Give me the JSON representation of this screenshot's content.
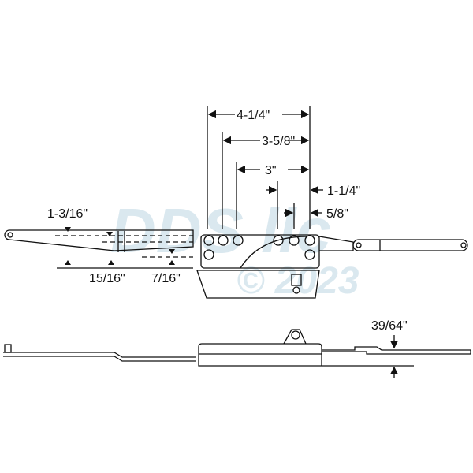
{
  "top_view": {
    "dimensions": {
      "d1": "4-1/4\"",
      "d2": "3-5/8\"",
      "d3": "3\"",
      "d4": "1-1/4\"",
      "d5": "5/8\"",
      "d6": "1-3/16\"",
      "d7": "15/16\"",
      "d8": "7/16\""
    }
  },
  "side_view": {
    "dimensions": {
      "d1": "39/64\""
    }
  },
  "watermark": {
    "line1": "DDS llc",
    "line2": "© 2023"
  },
  "colors": {
    "line": "#111111",
    "watermark": "#bcd6e2"
  }
}
